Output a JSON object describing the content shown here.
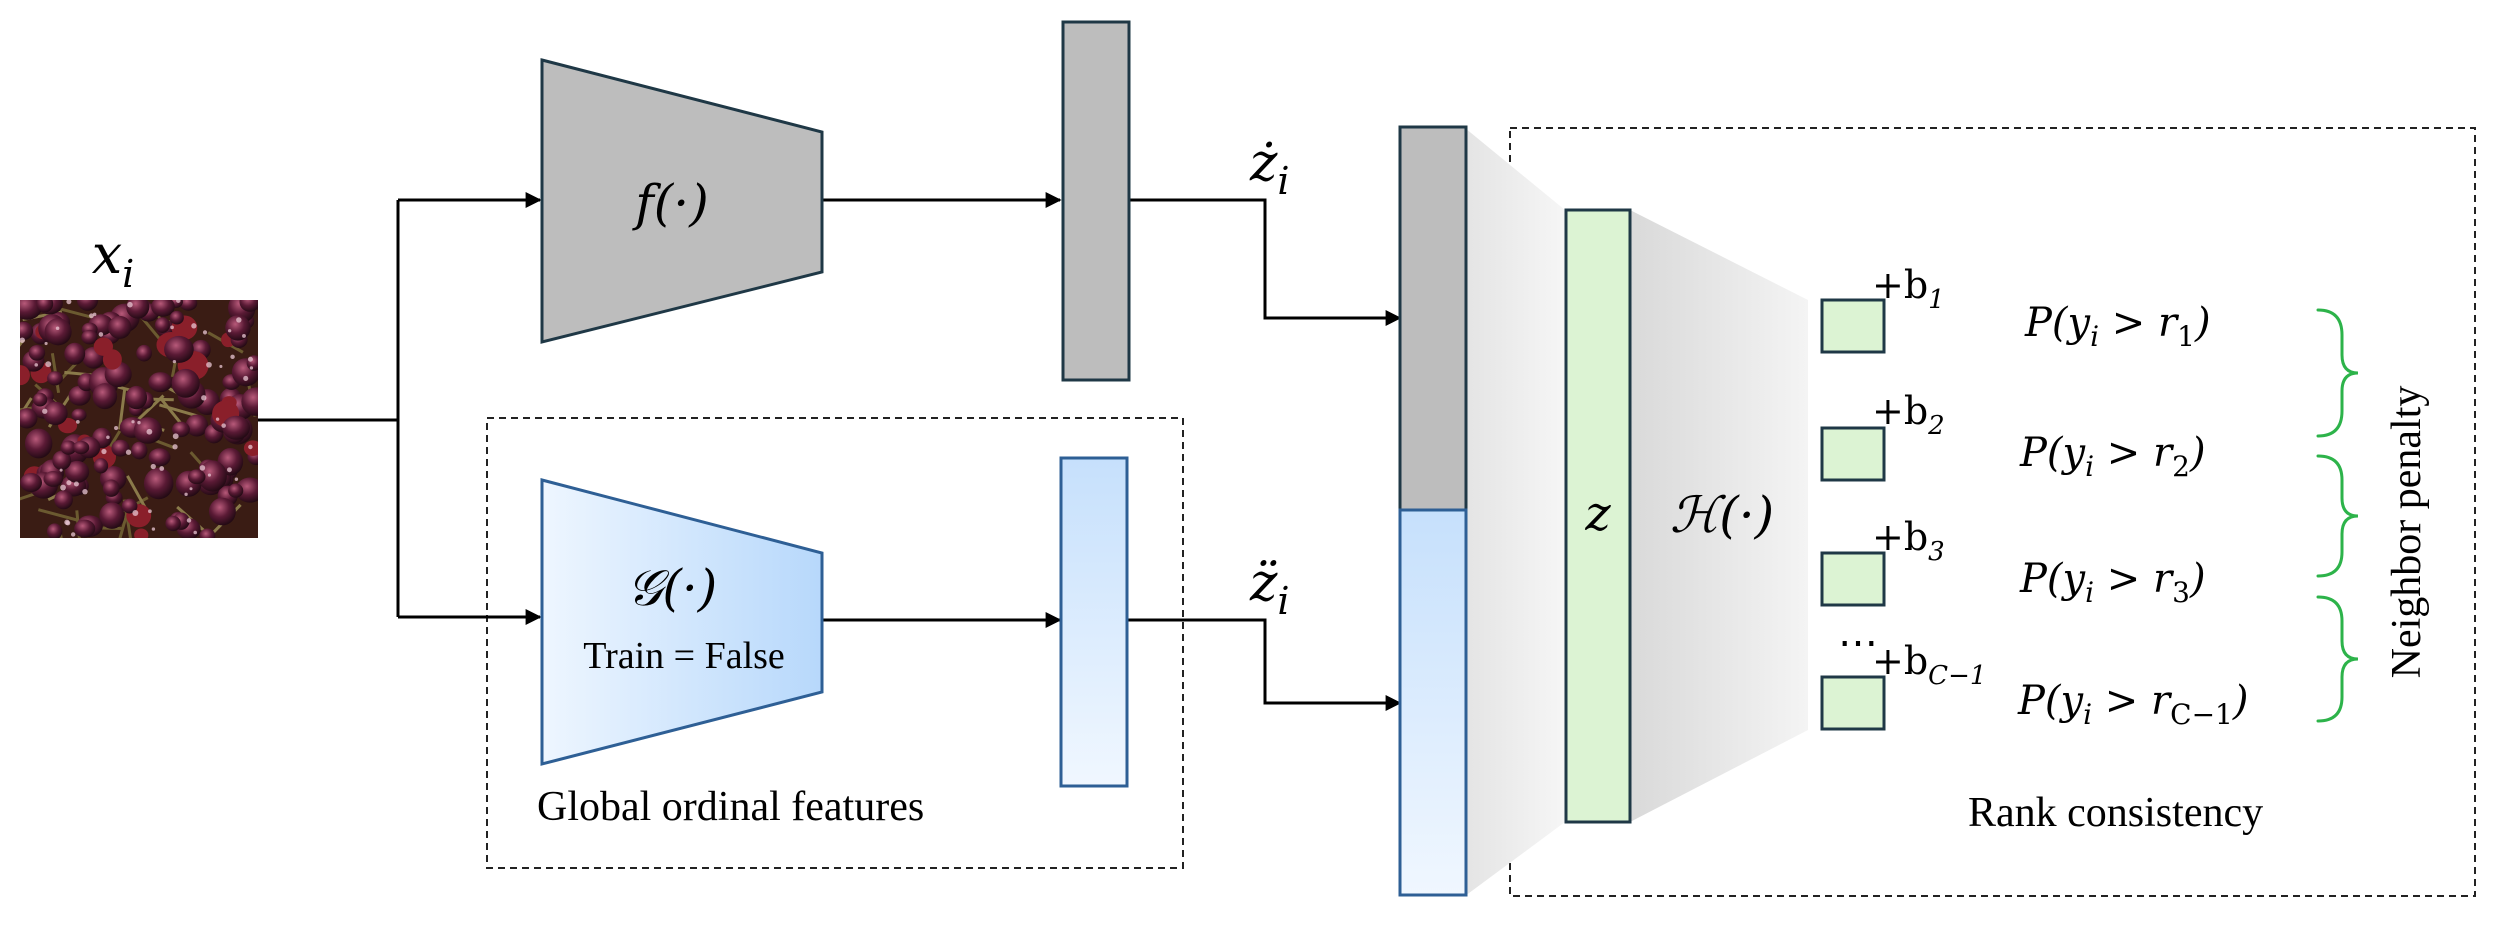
{
  "input": {
    "label": "x",
    "subscript": "i"
  },
  "encoder_top": {
    "label": "f(·)",
    "fill": "#bdbdbd"
  },
  "encoder_bottom": {
    "label": "𝒢(·)",
    "sublabel": "Train = False",
    "fill_light": "#eef6ff",
    "fill_dark": "#b7d8fb"
  },
  "global_box": {
    "label": "Global ordinal features"
  },
  "feature_top": {
    "label": "ż",
    "subscript": "i"
  },
  "feature_bottom": {
    "label": "z̈",
    "subscript": "i"
  },
  "fused": {
    "label": "z",
    "fill": "#dcf3d3"
  },
  "head": {
    "label": "ℋ(·)"
  },
  "outputs": [
    {
      "bias_base": "+b",
      "bias_sub": "1",
      "prob_pre": "P(y",
      "prob_mid": " > r",
      "prob_sub": "1",
      "prob_post": ")"
    },
    {
      "bias_base": "+b",
      "bias_sub": "2",
      "prob_pre": "P(y",
      "prob_mid": " > r",
      "prob_sub": "2",
      "prob_post": ")"
    },
    {
      "bias_base": "+b",
      "bias_sub": "3",
      "prob_pre": "P(y",
      "prob_mid": " > r",
      "prob_sub": "3",
      "prob_post": ")"
    },
    {
      "bias_base": "+b",
      "bias_sub": "C−1",
      "prob_pre": "P(y",
      "prob_mid": " > r",
      "prob_sub": "C−1",
      "prob_post": ")"
    }
  ],
  "prob_index": "i",
  "ellipsis": "⋯",
  "rank_box": {
    "label": "Rank consistency"
  },
  "penalty": {
    "label": "Neighbor penalty",
    "brace_color": "#2db34a"
  }
}
